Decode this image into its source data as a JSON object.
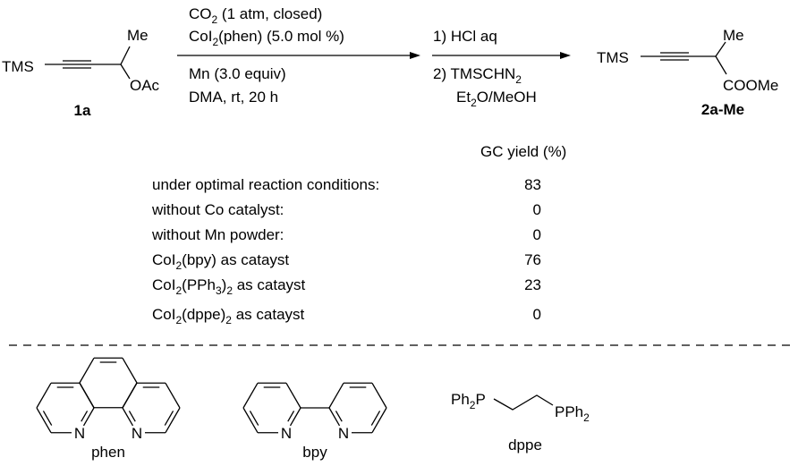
{
  "scheme": {
    "substrate": {
      "silyl": "TMS",
      "methyl": "Me",
      "leaving_group": "OAc",
      "label": "1a"
    },
    "step1": {
      "above": [
        {
          "pre": "CO",
          "sub": "2",
          "post": " (1 atm, closed)"
        },
        {
          "pre": "CoI",
          "sub": "2",
          "post": "(phen) (5.0 mol %)"
        }
      ],
      "below": [
        "Mn (3.0 equiv)",
        "DMA, rt, 20 h"
      ]
    },
    "step2": {
      "above": "1) HCl aq",
      "below": [
        {
          "pre": "2) TMSCHN",
          "sub": "2",
          "post": ""
        },
        {
          "pre": "Et",
          "sub": "2",
          "post": "O/MeOH"
        }
      ]
    },
    "product": {
      "silyl": "TMS",
      "methyl": "Me",
      "ester": "COOMe",
      "label": "2a-Me"
    }
  },
  "table": {
    "header": "GC yield (%)",
    "rows": [
      {
        "pre": "under optimal reaction conditions:",
        "value": "83"
      },
      {
        "pre": "without Co catalyst:",
        "value": "0"
      },
      {
        "pre": "without Mn powder:",
        "value": "0"
      },
      {
        "pre": "CoI",
        "sub": "2",
        "post": "(bpy) as catayst",
        "value": "76"
      },
      {
        "pre": "CoI",
        "sub": "2",
        "mid": "(PPh",
        "sub2": "3",
        "post": ")",
        "sub3": "2",
        "post2": " as catayst",
        "value": "23"
      },
      {
        "pre": "CoI",
        "sub": "2",
        "mid": "(dppe)",
        "sub2": "2",
        "post": " as catayst",
        "value": "0"
      }
    ]
  },
  "ligands": {
    "phen": {
      "label": "phen",
      "atom": "N"
    },
    "bpy": {
      "label": "bpy",
      "atom": "N"
    },
    "dppe": {
      "label": "dppe",
      "left": {
        "pre": "Ph",
        "sub": "2",
        "post": "P"
      },
      "right": {
        "pre": "PPh",
        "sub": "2"
      }
    }
  }
}
